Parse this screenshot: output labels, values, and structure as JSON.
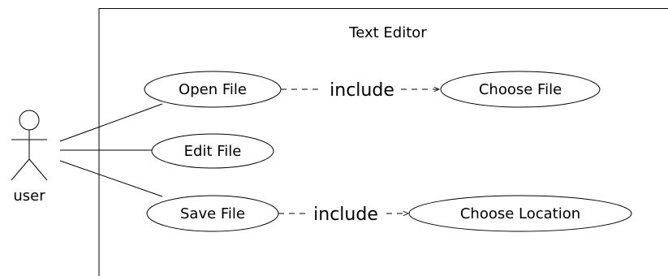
{
  "system": {
    "title": "Text Editor"
  },
  "actor": {
    "label": "user"
  },
  "use_cases": {
    "open_file": "Open File",
    "edit_file": "Edit File",
    "save_file": "Save File",
    "choose_file": "Choose File",
    "choose_location": "Choose Location"
  },
  "relations": {
    "include_1": "include",
    "include_2": "include"
  }
}
